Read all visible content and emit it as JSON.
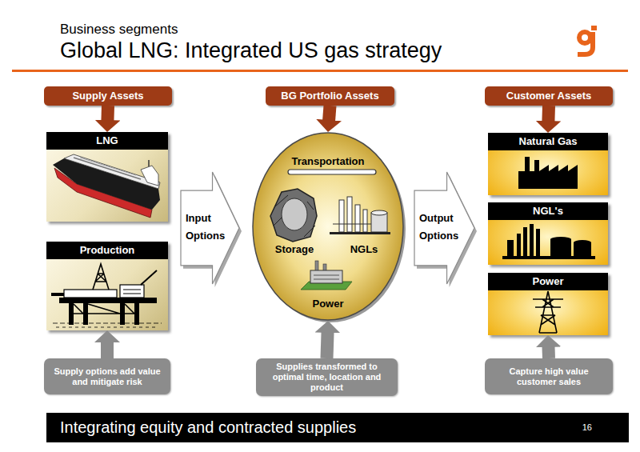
{
  "diagram": {
    "title": "Global LNG: Integrated US gas strategy",
    "nodes": [
      {
        "text": [
          "Supply Assets"
        ]
      },
      {
        "text": [
          "BG Portfolio Assets"
        ]
      },
      {
        "text": [
          "Customer Assets"
        ]
      },
      {
        "text": [
          "LNG"
        ]
      },
      {
        "text": [
          "Production"
        ]
      },
      {
        "text": [
          "Input Options"
        ]
      },
      {
        "text": [
          "Transportation",
          "Storage",
          "NGLs",
          "Power"
        ]
      },
      {
        "text": [
          "Output Options"
        ]
      },
      {
        "text": [
          "Natural Gas"
        ]
      },
      {
        "text": [
          "NGL's"
        ]
      },
      {
        "text": [
          "Power"
        ]
      },
      {
        "text": [
          "Supply options add value and mitigate risk"
        ]
      },
      {
        "text": [
          "Supplies transformed to optimal time, location and product"
        ]
      },
      {
        "text": [
          "Capture high value customer sales"
        ]
      },
      {
        "text": [
          "Integrating equity and contracted supplies",
          "16"
        ]
      }
    ],
    "edges": [
      {
        "from": 0,
        "to": 3,
        "arrow": "to"
      },
      {
        "from": 1,
        "to": 6,
        "arrow": "to"
      },
      {
        "from": 2,
        "to": 8,
        "arrow": "to"
      },
      {
        "from": 11,
        "to": 4,
        "arrow": "to"
      },
      {
        "from": 12,
        "to": 6,
        "arrow": "to"
      },
      {
        "from": 13,
        "to": 10,
        "arrow": "to"
      }
    ],
    "labels": [
      "Business segments"
    ]
  }
}
